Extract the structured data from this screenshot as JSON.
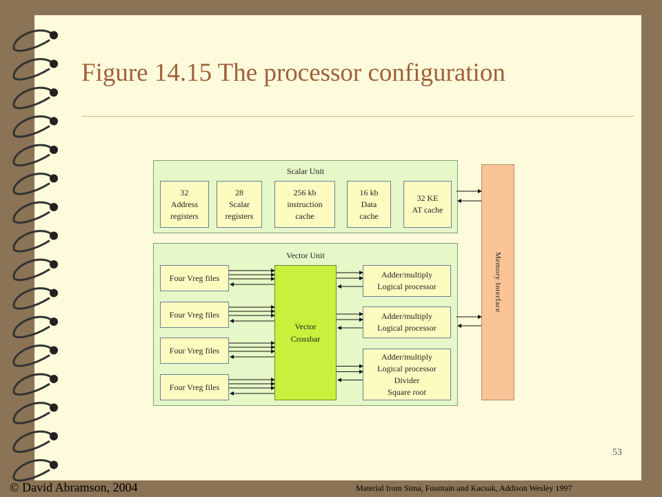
{
  "slide": {
    "title": "Figure 14.15 The processor configuration",
    "page_number": "53",
    "copyright": "© David Abramson, 2004",
    "source_note": "Material from Sima, Fountain and Kacsuk, Addison Wesley 1997"
  },
  "diagram": {
    "scalar_unit": {
      "label": "Scalar Unit",
      "boxes": [
        [
          "32",
          "Address",
          "registers"
        ],
        [
          "28",
          "Scalar",
          "registers"
        ],
        [
          "256 kb",
          "instruction",
          "cache"
        ],
        [
          "16 kb",
          "Data",
          "cache"
        ],
        [
          "32 KE",
          "AT cache"
        ]
      ]
    },
    "vector_unit": {
      "label": "Vector Unit",
      "vreg_files": [
        "Four Vreg files",
        "Four Vreg files",
        "Four Vreg files",
        "Four Vreg files"
      ],
      "crossbar": [
        "Vector",
        "Crossbar"
      ],
      "processors": [
        [
          "Adder/multiply",
          "Logical processor"
        ],
        [
          "Adder/multiply",
          "Logical processor"
        ],
        [
          "Adder/multiply",
          "Logical processor",
          "Divider",
          "Square root"
        ]
      ]
    },
    "memory_interface": "Memory Interface"
  }
}
